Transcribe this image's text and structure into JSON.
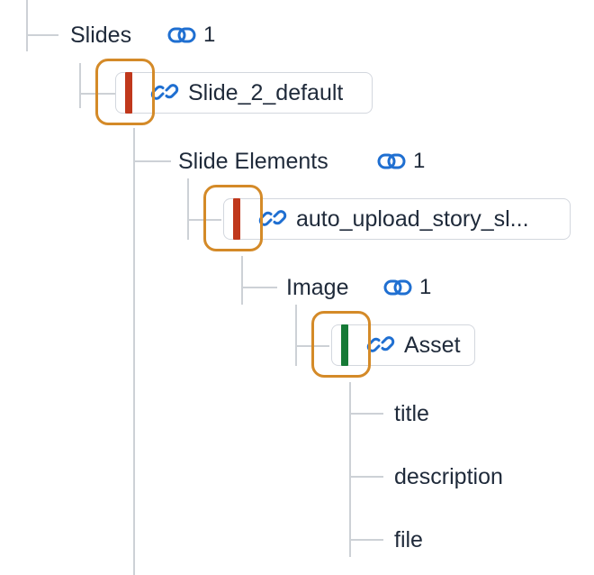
{
  "colors": {
    "published": "#c0381c",
    "asset_published": "#167a36",
    "link_blue": "#1f6fd1",
    "highlight": "#d48a28",
    "tree_line": "#cdd1d6"
  },
  "tree": {
    "slides": {
      "label": "Slides",
      "ref_count": "1",
      "entry": {
        "title": "Slide_2_default",
        "status": "published",
        "icon": "link-icon"
      }
    },
    "slide_elements": {
      "label": "Slide Elements",
      "ref_count": "1",
      "entry": {
        "title": "auto_upload_story_sl...",
        "status": "published",
        "icon": "link-icon"
      }
    },
    "image": {
      "label": "Image",
      "ref_count": "1",
      "entry": {
        "title": "Asset",
        "status": "published",
        "icon": "link-icon"
      }
    },
    "asset_fields": [
      "title",
      "description",
      "file"
    ]
  }
}
